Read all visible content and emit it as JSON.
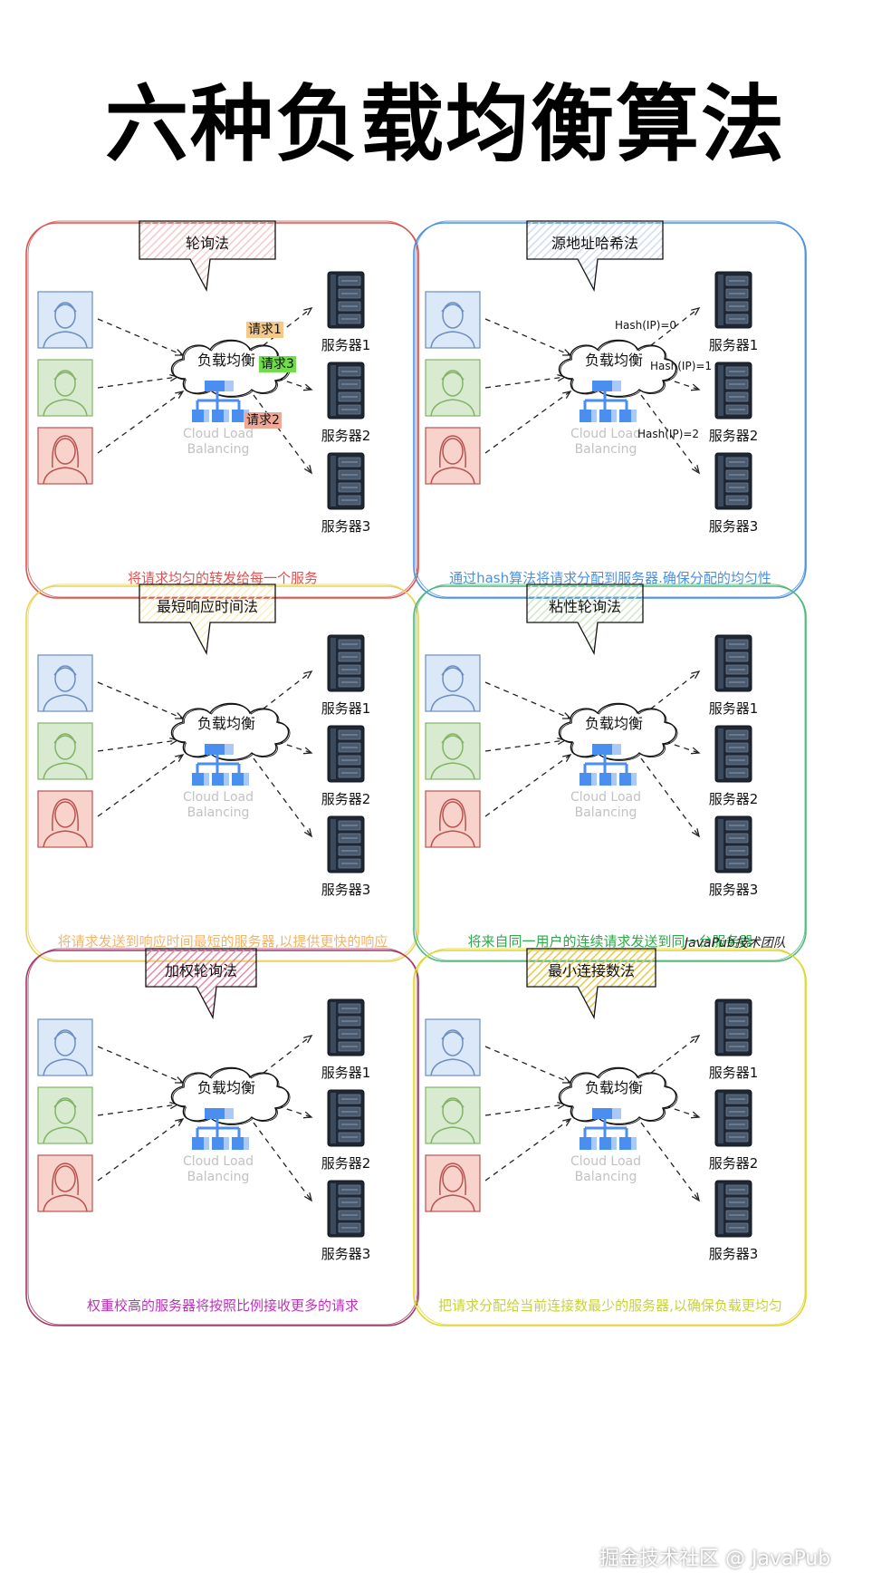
{
  "title": "六种负载均衡算法",
  "common": {
    "lb_label": "负载均衡",
    "cloud_line1": "Cloud Load",
    "cloud_line2": "Balancing",
    "servers": [
      "服务器1",
      "服务器2",
      "服务器3"
    ]
  },
  "panels": [
    {
      "title": "轮询法",
      "footer": "将请求均匀的转发给每一个服务",
      "border_color": "#d9534f",
      "footer_color": "#e05050",
      "title_fill": "#f5c9c9",
      "requests": [
        {
          "label": "请求1",
          "bg": "#f5c98a"
        },
        {
          "label": "请求3",
          "bg": "#6fdc4a"
        },
        {
          "label": "请求2",
          "bg": "#f0a896"
        }
      ]
    },
    {
      "title": "源地址哈希法",
      "footer": "通过hash算法将请求分配到服务器.确保分配的均匀性",
      "border_color": "#4a90e2",
      "footer_color": "#4a90e2",
      "title_fill": "#d0dcf0",
      "hashes": [
        "Hash(IP)=0",
        "Hash(IP)=1",
        "Hash(IP)=2"
      ]
    },
    {
      "title": "最短响应时间法",
      "footer": "将请求发送到响应时间最短的服务器,以提供更快的响应",
      "border_color": "#e8d35a",
      "footer_color": "#f0b56a",
      "title_fill": "#f8f0c0"
    },
    {
      "title": "粘性轮询法",
      "footer": "将来自同一用户的连续请求发送到同一台服务器",
      "border_color": "#4fb87a",
      "footer_color": "#2ea84a",
      "title_fill": "#cfe8c8"
    },
    {
      "title": "加权轮询法",
      "footer": "权重校高的服务器将按照比例接收更多的请求",
      "border_color": "#a23a6a",
      "footer_color": "#c030c0",
      "title_fill": "#e78aa8"
    },
    {
      "title": "最小连接数法",
      "footer": "把请求分配给当前连接数最少的服务器,以确保负载更均匀",
      "border_color": "#e0d52f",
      "footer_color": "#c8d23a",
      "title_fill": "#e9c84a"
    }
  ],
  "signature": "JavaPub技术团队",
  "watermark": "掘金技术社区 @ JavaPub",
  "icons": {
    "user": "user-avatar-icon",
    "server": "server-rack-icon",
    "cloud": "cloud-icon",
    "network": "network-tree-icon"
  }
}
